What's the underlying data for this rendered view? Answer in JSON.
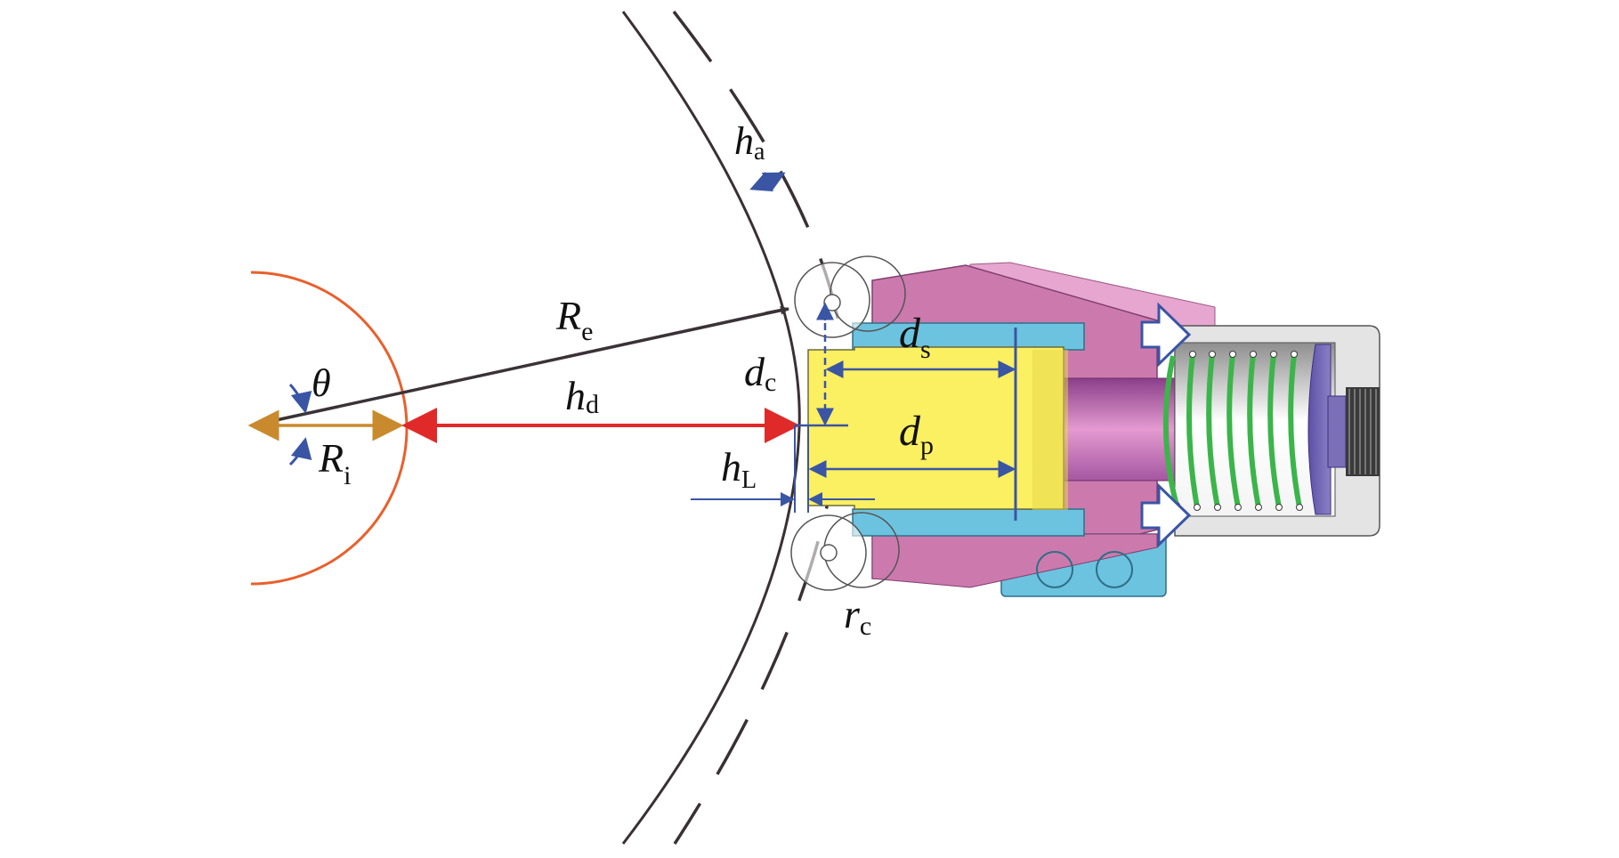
{
  "figure": {
    "description": "Geometric parameters of a spring-loaded roller probe contacting a curved surface",
    "labels": {
      "theta": {
        "main": "θ",
        "sub": ""
      },
      "Re": {
        "main": "R",
        "sub": "e"
      },
      "hd": {
        "main": "h",
        "sub": "d"
      },
      "Ri": {
        "main": "R",
        "sub": "i"
      },
      "ha": {
        "main": "h",
        "sub": "a"
      },
      "dc": {
        "main": "d",
        "sub": "c"
      },
      "ds": {
        "main": "d",
        "sub": "s"
      },
      "dp": {
        "main": "d",
        "sub": "p"
      },
      "hL": {
        "main": "h",
        "sub": "L"
      },
      "rc": {
        "main": "r",
        "sub": "c"
      }
    },
    "colors": {
      "inner_circle": "#e8602c",
      "hd_arrow": "#e02a2a",
      "Ri_arrow": "#c98a2e",
      "Re_arrow": "#3a3236",
      "dimension_blue": "#3a55a4",
      "surface_line": "#3a3033",
      "housing_magenta": "#cc7aae",
      "housing_light": "#e6a6cf",
      "sleeve_cyan": "#6cc3df",
      "piston_yellow": "#fbef62",
      "rod_purple": "#a25aa0",
      "spring_green": "#3bb54a",
      "cap_gray": "#e4e4e4",
      "plug_violet": "#7b6fb8",
      "thread_dark": "#3a3a3a"
    }
  }
}
